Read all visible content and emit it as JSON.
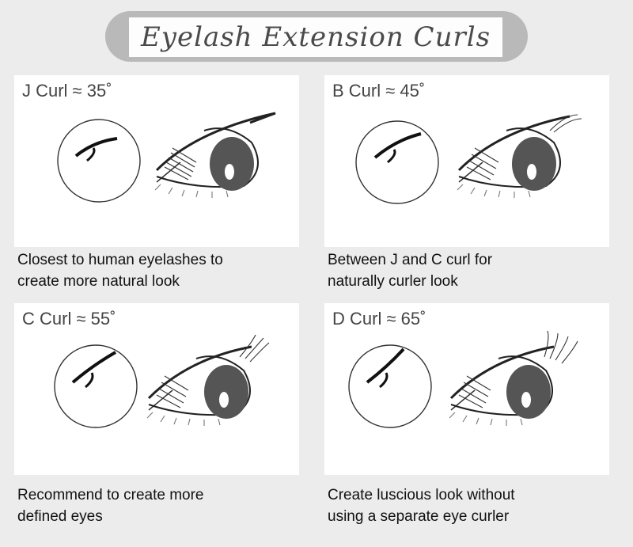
{
  "title": "Eyelash Extension Curls",
  "curls": [
    {
      "heading": "J Curl ≈ 35˚",
      "lines": [
        "Closest to human eyelashes to",
        "create more natural look"
      ]
    },
    {
      "heading": "B Curl ≈ 45˚",
      "lines": [
        "Between J and C curl for",
        "naturally curler look"
      ]
    },
    {
      "heading": "C Curl ≈ 55˚",
      "lines": [
        "Recommend to create more",
        "defined eyes"
      ]
    },
    {
      "heading": "D Curl ≈ 65˚",
      "lines": [
        "Create luscious look without",
        "using a separate eye curler"
      ]
    }
  ]
}
